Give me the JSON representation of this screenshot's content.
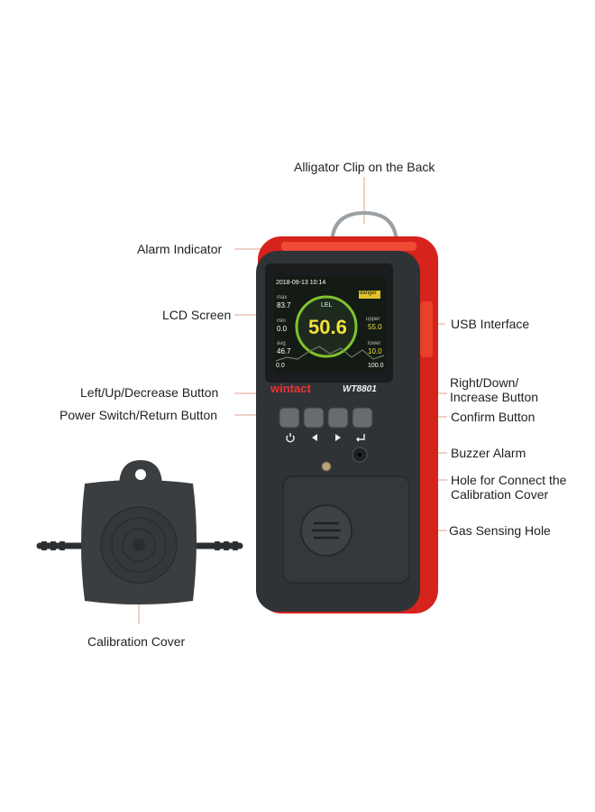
{
  "labels": {
    "alligator_clip": "Alligator Clip on the Back",
    "alarm_indicator": "Alarm Indicator",
    "lcd_screen": "LCD Screen",
    "usb_interface": "USB Interface",
    "left_up_decrease": "Left/Up/Decrease Button",
    "right_down_increase": "Right/Down/\nIncrease Button",
    "power_return": "Power Switch/Return Button",
    "confirm": "Confirm Button",
    "buzzer": "Buzzer Alarm",
    "calibration_hole": "Hole for Connect the\nCalibration Cover",
    "gas_sensing_hole": "Gas Sensing Hole",
    "calibration_cover": "Calibration Cover"
  },
  "device": {
    "brand": "wintact",
    "model": "WT8801"
  },
  "screen": {
    "datetime": "2018-09-13 10:14",
    "status": "danger",
    "unit": "LEL",
    "reading": "50.6",
    "max_label": "max",
    "max_value": "83.7",
    "min_label": "min",
    "min_value": "0.0",
    "avg_label": "avg",
    "avg_value": "46.7",
    "upper_label": "upper",
    "upper_value": "55.0",
    "lower_label": "lower",
    "lower_value": "10.0",
    "axis_start": "0.0",
    "axis_end": "100.0"
  },
  "colors": {
    "body_red": "#d6231c",
    "body_dark": "#2f3336",
    "screen_bg": "#141a14",
    "reading_color": "#f2e13a",
    "gauge_green": "#7fc32b"
  }
}
